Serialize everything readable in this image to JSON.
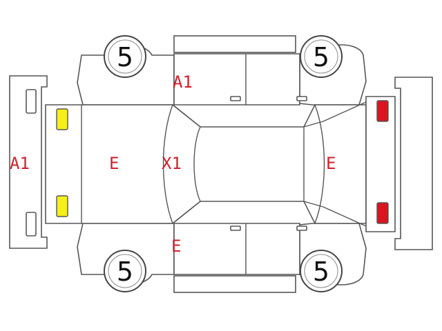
{
  "legend_colors": {
    "code_text": "#d21f2a",
    "marker_yellow": "#f5ef1a",
    "marker_red": "#d8161f",
    "outline": "#555555"
  },
  "tires": {
    "front_left": "5",
    "rear_left": "5",
    "front_right": "5",
    "rear_right": "5"
  },
  "damage_codes": {
    "front_bumper": "A1",
    "hood": "E",
    "windshield": "X1",
    "left_front_door_area": "A1",
    "right_front_door_area": "E",
    "trunk": "E"
  },
  "markers": {
    "front_lights": [
      {
        "color": "yellow"
      },
      {
        "color": "yellow"
      }
    ],
    "rear_lights": [
      {
        "color": "red"
      },
      {
        "color": "red"
      }
    ]
  }
}
